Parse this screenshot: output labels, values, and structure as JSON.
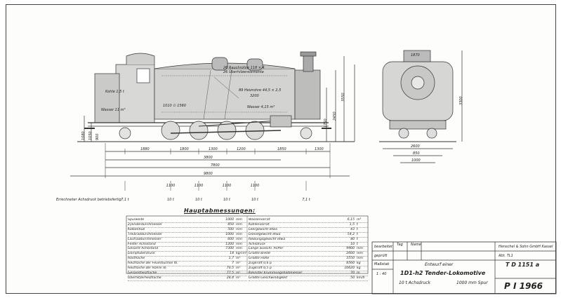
{
  "annotations": {
    "kohle": "Kohle 1,5 t",
    "wasser_left": "Wasser 11 m³",
    "boiler_dim": "1010 ∅ 1560",
    "rauchrohre": "26 Rauchrohre 118 × 4",
    "ueberhitzer": "26 Überhitzerelemente",
    "rohr_length": "3200",
    "heizrohre": "89 Heizrohre 44,5 × 2,5",
    "wasser_right": "Wasser 4,15 m³",
    "heights": [
      "3550",
      "2450",
      "1750",
      "1080",
      "1050",
      "900",
      "3300"
    ]
  },
  "dimensions": {
    "wheelbase_segments": [
      "1880",
      "1800",
      "1300",
      "1200",
      "1850",
      "1300"
    ],
    "total_wheelbase": "3800",
    "total_length": "7800",
    "overall_length": "9800",
    "front_view": [
      "1870",
      "2600",
      "850",
      "1000"
    ]
  },
  "axle_loads": {
    "caption": "Errechneter Achsdruck betriebsfertig",
    "values": [
      "7,1 t",
      "10 t",
      "10 t",
      "10 t",
      "10 t",
      "7,1 t"
    ],
    "spacings": [
      "1100",
      "1100",
      "1100",
      "1100"
    ]
  },
  "specs_heading": "Hauptabmessungen:",
  "specs_left": [
    [
      "Spurweite",
      "1000",
      "mm"
    ],
    [
      "Zylinderdurchmesser",
      "450",
      "mm"
    ],
    [
      "Kolbenhub",
      "500",
      "mm"
    ],
    [
      "Treibraddurchmesser",
      "1000",
      "mm"
    ],
    [
      "Laufraddurchmesser",
      "600",
      "mm"
    ],
    [
      "Fester Achsstand",
      "1200",
      "mm"
    ],
    [
      "Gesamt Achsstand",
      "7300",
      "mm"
    ],
    [
      "Dampfüberdruck",
      "14",
      "kg/cm²"
    ],
    [
      "Rostfläche",
      "1,7",
      "m²"
    ],
    [
      "Heizfläche der Feuerbüchse fb.",
      "7",
      "m²"
    ],
    [
      "Heizfläche der Rohre rb.",
      "70,5",
      "m²"
    ],
    [
      "Gesamtheizfläche",
      "77,5",
      "m²"
    ],
    [
      "Überhitzerheizfläche",
      "28,4",
      "m²"
    ]
  ],
  "specs_right": [
    [
      "Wasservorrat",
      "6,15",
      "m³"
    ],
    [
      "Kohlenvorrat",
      "1,5",
      "t"
    ],
    [
      "Leergewicht etwa",
      "43",
      "t"
    ],
    [
      "Dienstgewicht etwa",
      "54,2",
      "t"
    ],
    [
      "Reibungsgewicht etwa",
      "40",
      "t"
    ],
    [
      "Achsdruck",
      "10",
      "t"
    ],
    [
      "Länge ausschl. Puffer",
      "9900",
      "mm"
    ],
    [
      "Größte Breite",
      "2600",
      "mm"
    ],
    [
      "Größte Höhe",
      "3550",
      "mm"
    ],
    [
      "Zugkraft 0,6 p",
      "8560",
      "kg"
    ],
    [
      "Zugkraft 0,5 p",
      "10620",
      "kg"
    ],
    [
      "Kleinster Krümmungshalbmesser",
      "70",
      "m"
    ],
    [
      "Größte Geschwindigkeit",
      "50",
      "km/h"
    ]
  ],
  "title_block": {
    "bearbeitet": "bearbeitet",
    "geprueft": "geprüft",
    "tag": "Tag",
    "name": "Name",
    "firm": "Henschel & Sohn GmbH Kassel",
    "abt": "Abt. TL1",
    "td_number": "T D 1151 a",
    "massstab": "Maßstab",
    "scale": "1 : 40",
    "entwurf": "Entwurf einer",
    "loco_type": "1D1-h2 Tender-Lokomotive",
    "achsdruck": "10 t Achsdruck",
    "spur": "1000 mm Spur",
    "pi_number": "P I 1966"
  }
}
